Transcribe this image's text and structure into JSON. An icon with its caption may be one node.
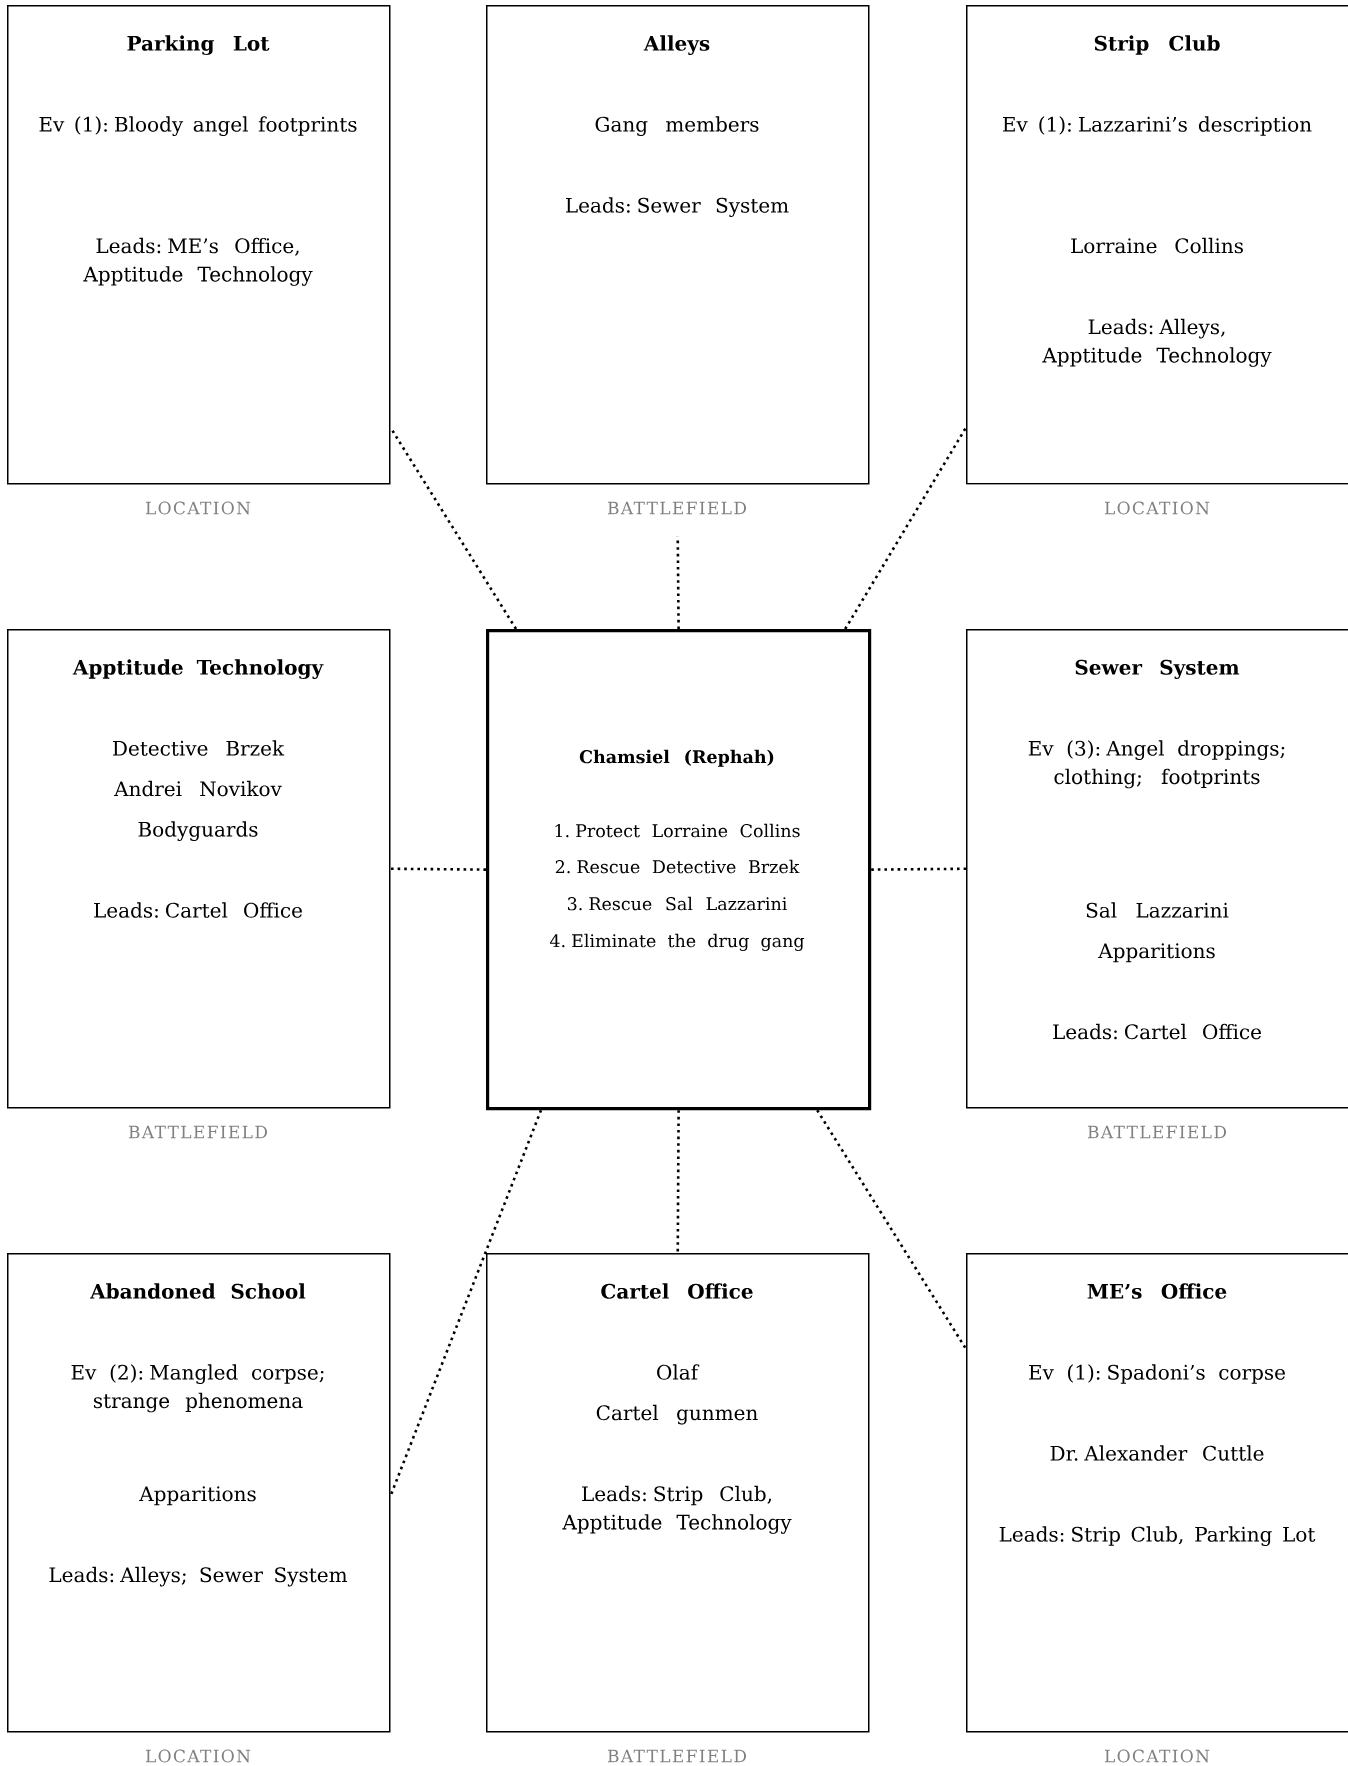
{
  "diagram": {
    "nodes": [
      {
        "text": [
          "Parking Lot",
          "Ev (1): Bloody angel footprints",
          "Leads: ME’s Office, Apptitude Technology"
        ],
        "beside": [
          "LOCATION"
        ]
      },
      {
        "text": [
          "Alleys",
          "Gang members",
          "Leads: Sewer System"
        ],
        "beside": [
          "BATTLEFIELD"
        ]
      },
      {
        "text": [
          "Strip Club",
          "Ev (1): Lazzarini’s description",
          "Lorraine Collins",
          "Leads: Alleys, Apptitude Technology"
        ],
        "beside": [
          "LOCATION"
        ]
      },
      {
        "text": [
          "Apptitude Technology",
          "Detective Brzek",
          "Andrei Novikov",
          "Bodyguards",
          "Leads: Cartel Office"
        ],
        "beside": [
          "BATTLEFIELD"
        ]
      },
      {
        "text": [
          "Chamsiel (Rephah)",
          "1. Protect Lorraine Collins",
          "2. Rescue Detective Brzek",
          "3. Rescue Sal Lazzarini",
          "4. Eliminate the drug gang"
        ]
      },
      {
        "text": [
          "Sewer System",
          "Ev (3): Angel droppings; clothing; footprints",
          "Sal Lazzarini",
          "Apparitions",
          "Leads: Cartel Office"
        ],
        "beside": [
          "BATTLEFIELD"
        ]
      },
      {
        "text": [
          "Abandoned School",
          "Ev (2): Mangled corpse; strange phenomena",
          "Apparitions",
          "Leads: Alleys; Sewer System"
        ],
        "beside": [
          "LOCATION"
        ]
      },
      {
        "text": [
          "Cartel Office",
          "Olaf",
          "Cartel gunmen",
          "Leads: Strip Club, Apptitude Technology"
        ],
        "beside": [
          "BATTLEFIELD"
        ]
      },
      {
        "text": [
          "ME’s Office",
          "Ev (1): Spadoni’s corpse",
          "Dr. Alexander Cuttle",
          "Leads: Strip Club, Parking Lot"
        ],
        "beside": [
          "LOCATION"
        ]
      }
    ],
    "edges": [
      {
        "from": 4,
        "to": 0,
        "arrow": "none"
      },
      {
        "from": 4,
        "to": 1,
        "arrow": "none"
      },
      {
        "from": 4,
        "to": 2,
        "arrow": "none"
      },
      {
        "from": 4,
        "to": 3,
        "arrow": "none"
      },
      {
        "from": 4,
        "to": 5,
        "arrow": "none"
      },
      {
        "from": 4,
        "to": 6,
        "arrow": "none"
      },
      {
        "from": 4,
        "to": 7,
        "arrow": "none"
      },
      {
        "from": 4,
        "to": 8,
        "arrow": "none"
      }
    ]
  }
}
